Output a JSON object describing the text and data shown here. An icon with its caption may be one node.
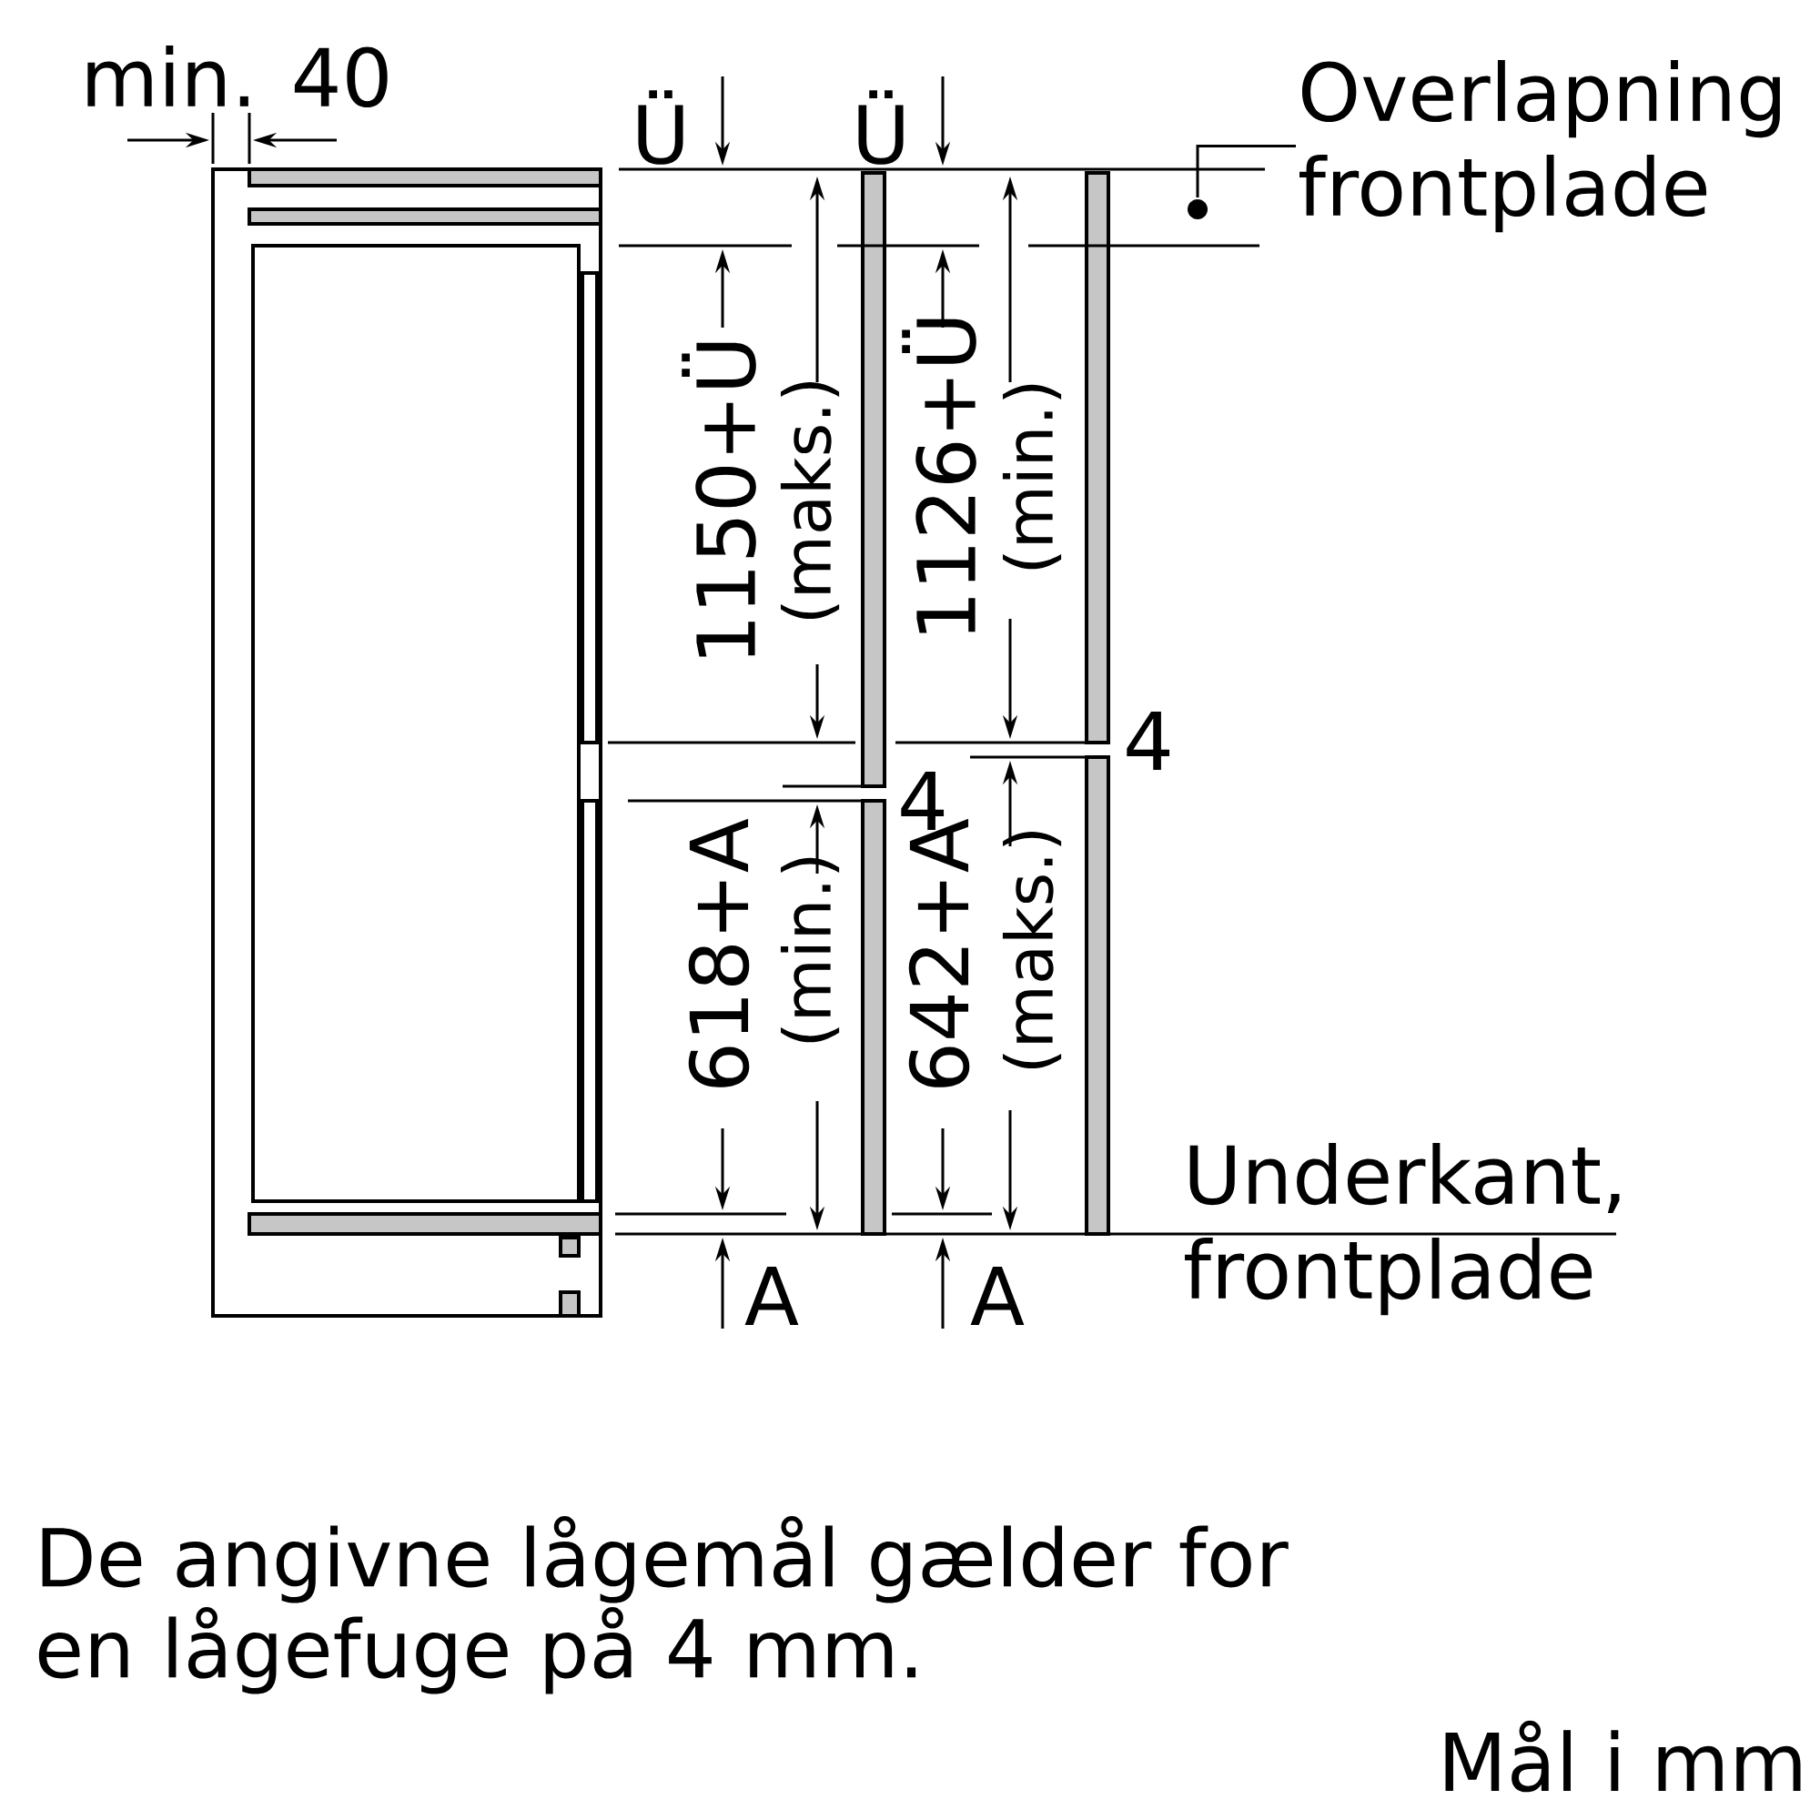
{
  "diagram": {
    "caption": "De angivne lågemål gælder for en lågefuge på 4 mm.",
    "nodes": [
      {
        "text": [
          "Overlapning frontplade"
        ]
      },
      {
        "text": [],
        "shape": "circle"
      }
    ],
    "edges": [
      {
        "from": 0,
        "to": 1,
        "arrow": "none"
      }
    ],
    "labels": [
      "min. 40",
      "Ü",
      "Ü",
      "1150+Ü",
      "(maks.)",
      "1126+Ü",
      "(min.)",
      "4",
      "4",
      "618+A",
      "(min.)",
      "642+A",
      "(maks.)",
      "Underkant, frontplade",
      "A",
      "A",
      "Mål i mm"
    ]
  }
}
